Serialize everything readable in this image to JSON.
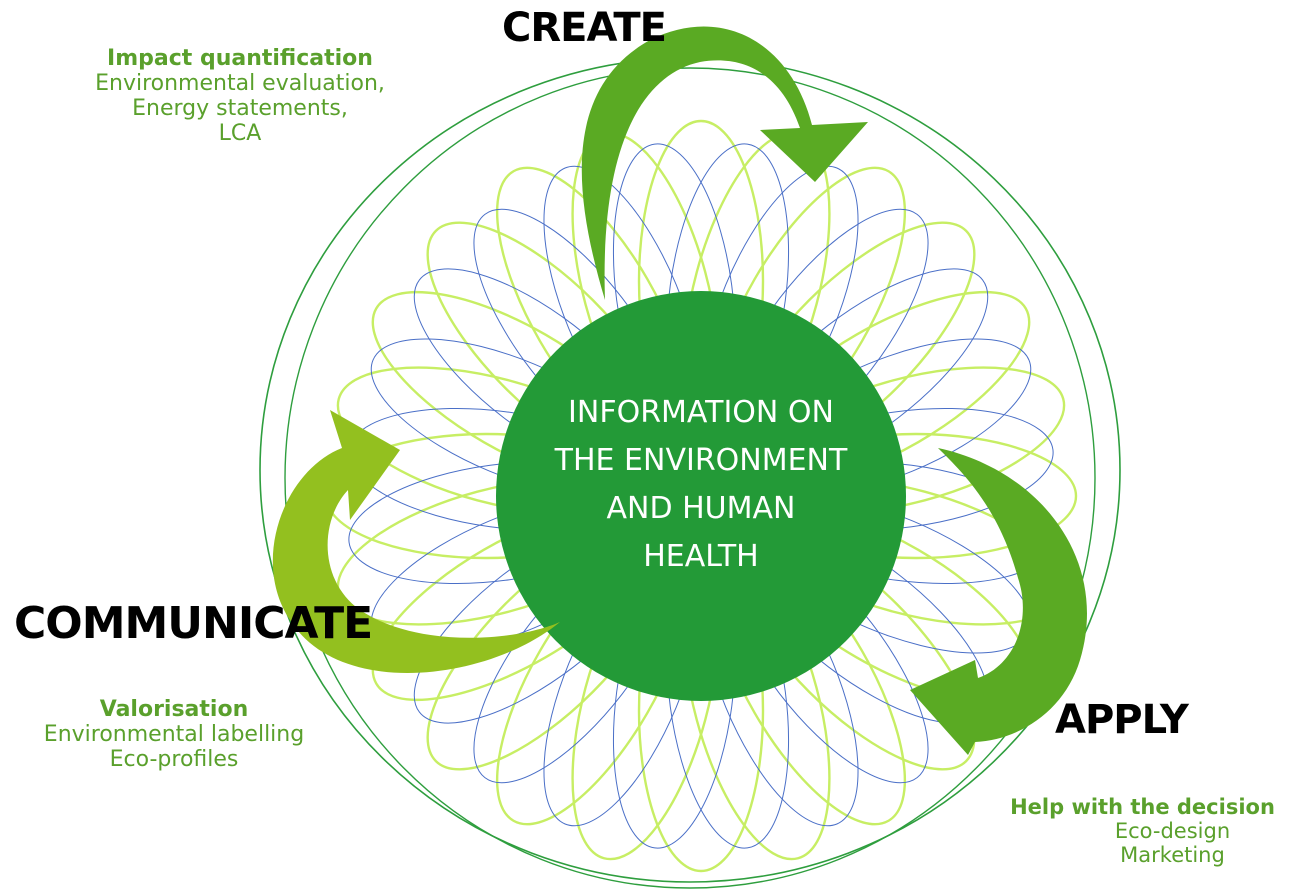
{
  "center": {
    "lines": [
      "INFORMATION ON",
      "THE ENVIRONMENT",
      "AND HUMAN",
      "HEALTH"
    ]
  },
  "stages": {
    "create": "CREATE",
    "communicate": "COMMUNICATE",
    "apply": "APPLY"
  },
  "notes": {
    "impact": {
      "heading": "Impact quantification",
      "lines": [
        "Environmental evaluation,",
        "Energy statements,",
        "LCA"
      ]
    },
    "valorisation": {
      "heading": "Valorisation",
      "lines": [
        "Environmental labelling",
        "Eco-profiles"
      ]
    },
    "decision": {
      "heading": "Help with the decision",
      "lines": [
        "Eco-design",
        "Marketing"
      ]
    }
  },
  "colors": {
    "center_fill": "#239a37",
    "arrow_green": "#5aaa23",
    "arrow_lime": "#93c01f",
    "ellipse_lime": "#c7ee64",
    "ellipse_blue": "#4a6fc7",
    "ring": "#2e9e3e",
    "heading_green": "#5aa02c"
  },
  "icons": [
    "curved-arrow-create",
    "curved-arrow-apply",
    "curved-arrow-communicate"
  ]
}
